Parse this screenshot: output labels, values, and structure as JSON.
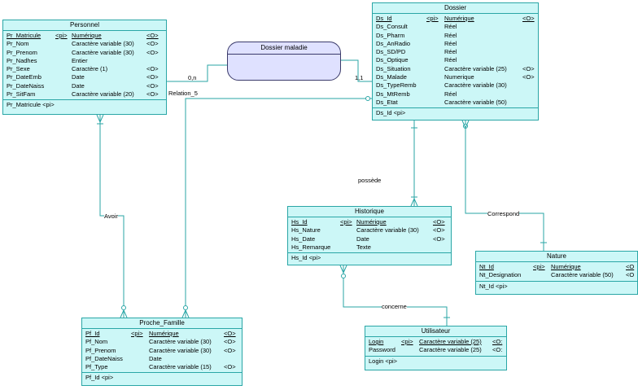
{
  "association": {
    "label": "Dossier maladie"
  },
  "links": {
    "card_personnel": "0,n",
    "card_dossier": "1,1",
    "relation5": "Relation_5",
    "possede": "possède",
    "correspond": "Correspond",
    "avoir": "Avoir",
    "concerne": "concerne"
  },
  "entities": {
    "personnel": {
      "title": "Personnel",
      "rows": [
        {
          "name": "Pr_Matricule",
          "key": "<pi>",
          "type": "Numérique",
          "flag": "<O>",
          "pk": true
        },
        {
          "name": "Pr_Nom",
          "key": "",
          "type": "Caractère variable (30)",
          "flag": "<O>"
        },
        {
          "name": "Pr_Prenom",
          "key": "",
          "type": "Caractère variable (30)",
          "flag": "<O>"
        },
        {
          "name": "Pr_Nadhes",
          "key": "",
          "type": "Entier",
          "flag": ""
        },
        {
          "name": "Pr_Sexe",
          "key": "",
          "type": "Caractère (1)",
          "flag": "<O>"
        },
        {
          "name": "Pr_DateEmb",
          "key": "",
          "type": "Date",
          "flag": "<O>"
        },
        {
          "name": "Pr_DateNaiss",
          "key": "",
          "type": "Date",
          "flag": "<O>"
        },
        {
          "name": "Pr_SitFam",
          "key": "",
          "type": "Caractère variable (20)",
          "flag": "<O>"
        }
      ],
      "identifier": "Pr_Matricule   <pi>"
    },
    "dossier": {
      "title": "Dossier",
      "rows": [
        {
          "name": "Ds_Id",
          "key": "<pi>",
          "type": "Numérique",
          "flag": "<O>",
          "pk": true
        },
        {
          "name": "Ds_Consult",
          "key": "",
          "type": "Réel",
          "flag": ""
        },
        {
          "name": "Ds_Pharm",
          "key": "",
          "type": "Réel",
          "flag": ""
        },
        {
          "name": "Ds_AnRadio",
          "key": "",
          "type": "Réel",
          "flag": ""
        },
        {
          "name": "Ds_SD/PD",
          "key": "",
          "type": "Réel",
          "flag": ""
        },
        {
          "name": "Ds_Optique",
          "key": "",
          "type": "Réel",
          "flag": ""
        },
        {
          "name": "Ds_Situation",
          "key": "",
          "type": "Caractère variable (25)",
          "flag": "<O>"
        },
        {
          "name": "Ds_Malade",
          "key": "",
          "type": "Numerique",
          "flag": "<O>"
        },
        {
          "name": "Ds_TypeRemb",
          "key": "",
          "type": "Caractère variable (30)",
          "flag": ""
        },
        {
          "name": "Ds_MtRemb",
          "key": "",
          "type": "Réel",
          "flag": ""
        },
        {
          "name": "Ds_Etat",
          "key": "",
          "type": "Caractère variable (50)",
          "flag": ""
        }
      ],
      "identifier": "Ds_Id   <pi>"
    },
    "historique": {
      "title": "Historique",
      "rows": [
        {
          "name": "Hs_Id",
          "key": "<pi>",
          "type": "Numérique",
          "flag": "<O>",
          "pk": true
        },
        {
          "name": "Hs_Nature",
          "key": "",
          "type": "Caractère variable (30)",
          "flag": "<O>"
        },
        {
          "name": "Hs_Date",
          "key": "",
          "type": "Date",
          "flag": "<O>"
        },
        {
          "name": "Hs_Remarque",
          "key": "",
          "type": "Texte",
          "flag": ""
        }
      ],
      "identifier": "Hs_Id   <pi>"
    },
    "nature": {
      "title": "Nature",
      "rows": [
        {
          "name": "Nt_Id",
          "key": "<pi>",
          "type": "Numérique",
          "flag": "<O",
          "pk": true
        },
        {
          "name": "Nt_Designation",
          "key": "",
          "type": "Caractère variable (50)",
          "flag": "<O"
        }
      ],
      "identifier": "Nt_Id   <pi>"
    },
    "proche": {
      "title": "Proche_Famille",
      "rows": [
        {
          "name": "Pf_Id",
          "key": "<pi>",
          "type": "Numérique",
          "flag": "<O>",
          "pk": true
        },
        {
          "name": "Pf_Nom",
          "key": "",
          "type": "Caractère variable (30)",
          "flag": "<O>"
        },
        {
          "name": "Pf_Prenom",
          "key": "",
          "type": "Caractère variable (30)",
          "flag": "<O>"
        },
        {
          "name": "Pf_DateNaiss",
          "key": "",
          "type": "Date",
          "flag": ""
        },
        {
          "name": "Pf_Type",
          "key": "",
          "type": "Caractère variable (15)",
          "flag": "<O>"
        }
      ],
      "identifier": "Pf_Id   <pi>"
    },
    "utilisateur": {
      "title": "Utilisateur",
      "rows": [
        {
          "name": "Login",
          "key": "<pi>",
          "type": "Caractère variable (25)",
          "flag": "<O:",
          "pk": true,
          "pktype": true
        },
        {
          "name": "Password",
          "key": "",
          "type": "Caractère variable (25)",
          "flag": "<O:"
        }
      ],
      "identifier": "Login   <pi>"
    }
  }
}
